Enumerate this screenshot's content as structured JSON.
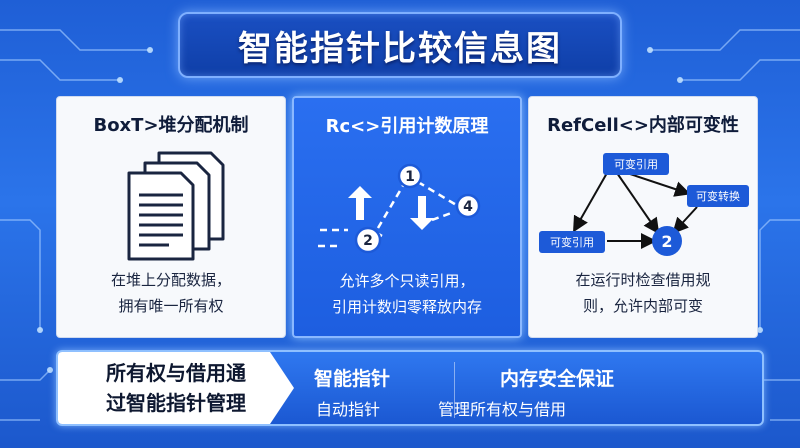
{
  "title": "智能指针比较信息图",
  "panels": [
    {
      "heading": "BoxT>堆分配机制",
      "desc": [
        "在堆上分配数据，",
        "拥有唯一所有权"
      ]
    },
    {
      "heading": "Rc<>引用计数原理",
      "desc": [
        "允许多个只读引用，",
        "引用计数归零释放内存"
      ],
      "nodes": [
        "1",
        "2",
        "4"
      ]
    },
    {
      "heading": "RefCell<>内部可变性",
      "desc": [
        "在运行时检查借用规",
        "则，允许内部可变"
      ],
      "labels": [
        "可变引用",
        "可变转换",
        "可变引用"
      ],
      "node": "2"
    }
  ],
  "bottom": {
    "left": [
      "所有权与借用通",
      "过智能指针管理"
    ],
    "item1_title": "智能指针",
    "item1_sub": "自动指针",
    "item2_title": "内存安全保证",
    "item2_sub": "管理所有权与借用"
  },
  "colors": {
    "primary_blue": "#2a6ff0",
    "node_blue": "#1d5ad8",
    "dark_text": "#0f1c3a"
  }
}
